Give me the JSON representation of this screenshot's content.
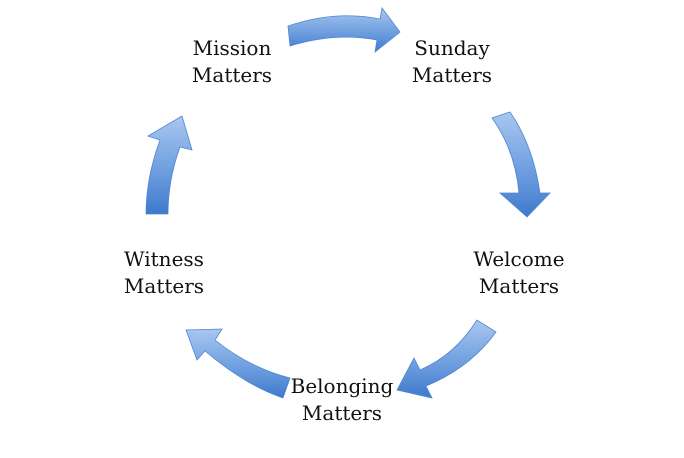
{
  "diagram": {
    "type": "cycle",
    "direction": "clockwise",
    "arrow_color": "#5b8fd6",
    "arrow_highlight": "#a9c7ef",
    "text_color": "#111111",
    "nodes": [
      {
        "id": "mission",
        "line1": "Mission",
        "line2": "Matters"
      },
      {
        "id": "sunday",
        "line1": "Sunday",
        "line2": "Matters"
      },
      {
        "id": "welcome",
        "line1": "Welcome",
        "line2": "Matters"
      },
      {
        "id": "belonging",
        "line1": "Belonging",
        "line2": "Matters"
      },
      {
        "id": "witness",
        "line1": "Witness",
        "line2": "Matters"
      }
    ]
  }
}
